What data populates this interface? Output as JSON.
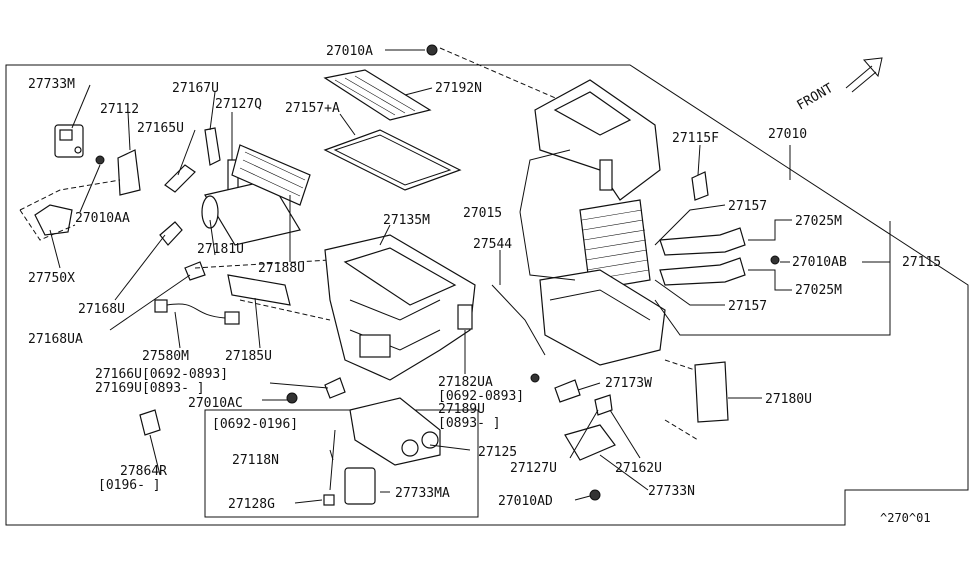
{
  "labels": {
    "p27010A": "27010A",
    "p27192N": "27192N",
    "p27733M": "27733M",
    "p27167U": "27167U",
    "p27112": "27112",
    "p27127Q": "27127Q",
    "p27157A": "27157+A",
    "p27165U": "27165U",
    "p27010AA": "27010AA",
    "p27750X": "27750X",
    "p27181U": "27181U",
    "p27188U": "27188U",
    "p27135M": "27135M",
    "p27168U": "27168U",
    "p27168UA": "27168UA",
    "p27580M": "27580M",
    "p27185U": "27185U",
    "p27166U": "27166U[0692-0893]",
    "p27169U": "27169U[0893-    ]",
    "p27010AC": "27010AC",
    "p27182UA": "27182UA",
    "p27182UA_date": "[0692-0893]",
    "p27189U": "27189U",
    "p27189U_date": "[0893-    ]",
    "p27125": "27125",
    "p27864R": "27864R",
    "p27864R_date": "[0196-    ]",
    "box_date": "[0692-0196]",
    "p27118N": "27118N",
    "p27733MA": "27733MA",
    "p27128G": "27128G",
    "p27015": "27015",
    "p27544": "27544",
    "p27115F": "27115F",
    "p27010": "27010",
    "p27157_top": "27157",
    "p27025M_top": "27025M",
    "p27010AB": "27010AB",
    "p27115": "27115",
    "p27157_bot": "27157",
    "p27025M_bot": "27025M",
    "p27173W": "27173W",
    "p27180U": "27180U",
    "p27127U": "27127U",
    "p27162U": "27162U",
    "p27733N": "27733N",
    "p27010AD": "27010AD",
    "front": "FRONT",
    "footer_code": "^270^01"
  }
}
